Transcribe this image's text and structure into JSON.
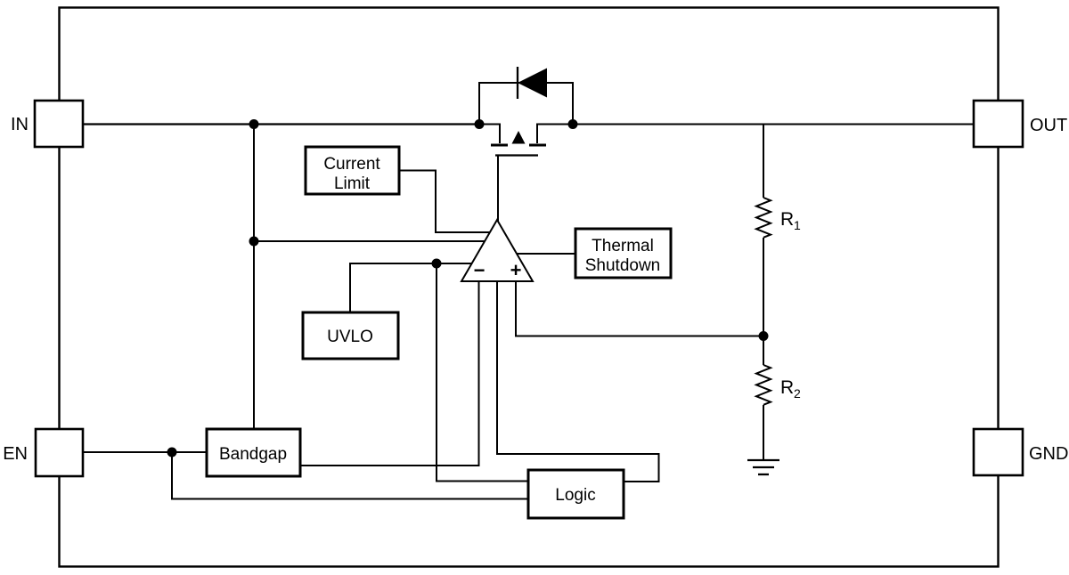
{
  "colors": {
    "line": "#000000",
    "input_trace_gray": "#828282",
    "background": "#ffffff"
  },
  "pins": {
    "in": {
      "label": "IN"
    },
    "out": {
      "label": "OUT"
    },
    "en": {
      "label": "EN"
    },
    "gnd": {
      "label": "GND"
    }
  },
  "blocks": {
    "current_limit": {
      "line1": "Current",
      "line2": "Limit"
    },
    "thermal_shutdown": {
      "line1": "Thermal",
      "line2": "Shutdown"
    },
    "uvlo": {
      "label": "UVLO"
    },
    "bandgap": {
      "label": "Bandgap"
    },
    "logic": {
      "label": "Logic"
    }
  },
  "error_amplifier": {
    "inverting_input_label": "−",
    "noninverting_input_label": "+"
  },
  "resistors": {
    "r1": {
      "name": "R",
      "subscript": "1"
    },
    "r2": {
      "name": "R",
      "subscript": "2"
    }
  }
}
